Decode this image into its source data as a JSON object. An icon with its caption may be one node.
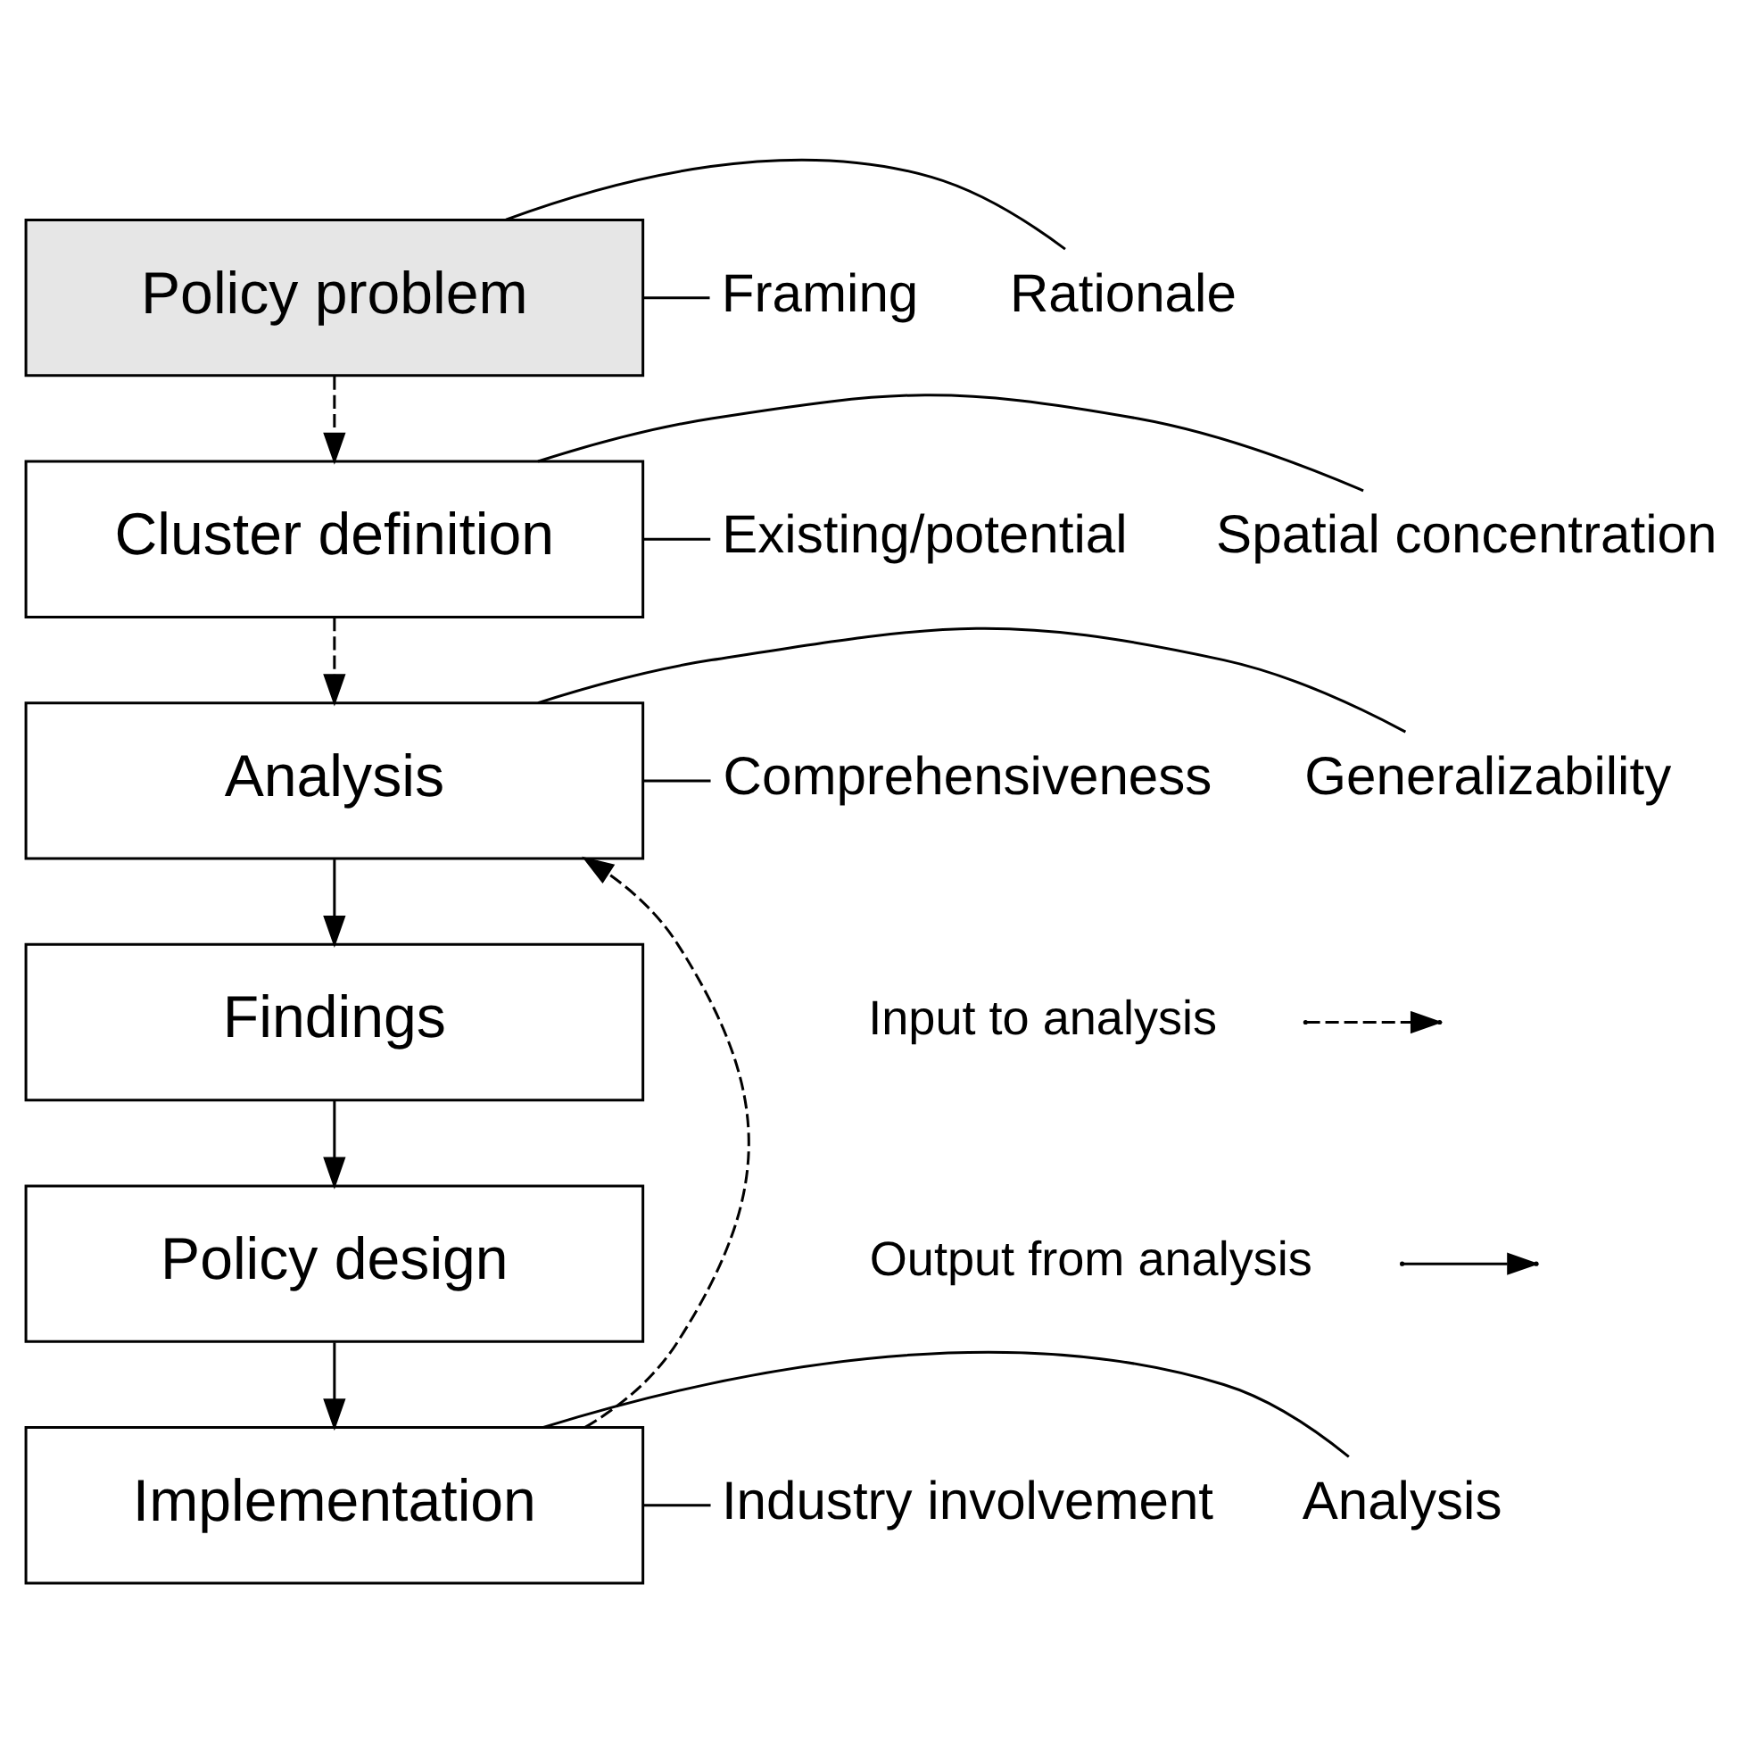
{
  "diagram": {
    "nodes": [
      {
        "text": [
          "Policy problem"
        ]
      },
      {
        "text": [
          "Cluster definition"
        ]
      },
      {
        "text": [
          "Analysis"
        ]
      },
      {
        "text": [
          "Findings"
        ]
      },
      {
        "text": [
          "Policy design"
        ]
      },
      {
        "text": [
          "Implementation"
        ]
      },
      {
        "text": [
          "Framing"
        ]
      },
      {
        "text": [
          "Rationale"
        ]
      },
      {
        "text": [
          "Existing/potential"
        ]
      },
      {
        "text": [
          "Spatial concentration"
        ]
      },
      {
        "text": [
          "Comprehensiveness"
        ]
      },
      {
        "text": [
          "Generalizability"
        ]
      },
      {
        "text": [
          "Industry involvement"
        ]
      },
      {
        "text": [
          "Analysis"
        ]
      }
    ],
    "edges": [
      {
        "from": 0,
        "to": 1,
        "arrow": "to",
        "style": "dashed"
      },
      {
        "from": 1,
        "to": 2,
        "arrow": "to",
        "style": "dashed"
      },
      {
        "from": 2,
        "to": 3,
        "arrow": "to"
      },
      {
        "from": 3,
        "to": 4,
        "arrow": "to"
      },
      {
        "from": 4,
        "to": 5,
        "arrow": "to"
      },
      {
        "from": 5,
        "to": 2,
        "arrow": "to",
        "style": "dashed"
      },
      {
        "from": 0,
        "to": 6,
        "arrow": "none"
      },
      {
        "from": 0,
        "to": 7,
        "arrow": "none"
      },
      {
        "from": 1,
        "to": 8,
        "arrow": "none"
      },
      {
        "from": 1,
        "to": 9,
        "arrow": "none"
      },
      {
        "from": 2,
        "to": 10,
        "arrow": "none"
      },
      {
        "from": 2,
        "to": 11,
        "arrow": "none"
      },
      {
        "from": 5,
        "to": 12,
        "arrow": "none"
      },
      {
        "from": 5,
        "to": 13,
        "arrow": "none"
      }
    ],
    "legend": [
      {
        "text": "Input to analysis"
      },
      {
        "text": "Output from analysis"
      }
    ]
  }
}
